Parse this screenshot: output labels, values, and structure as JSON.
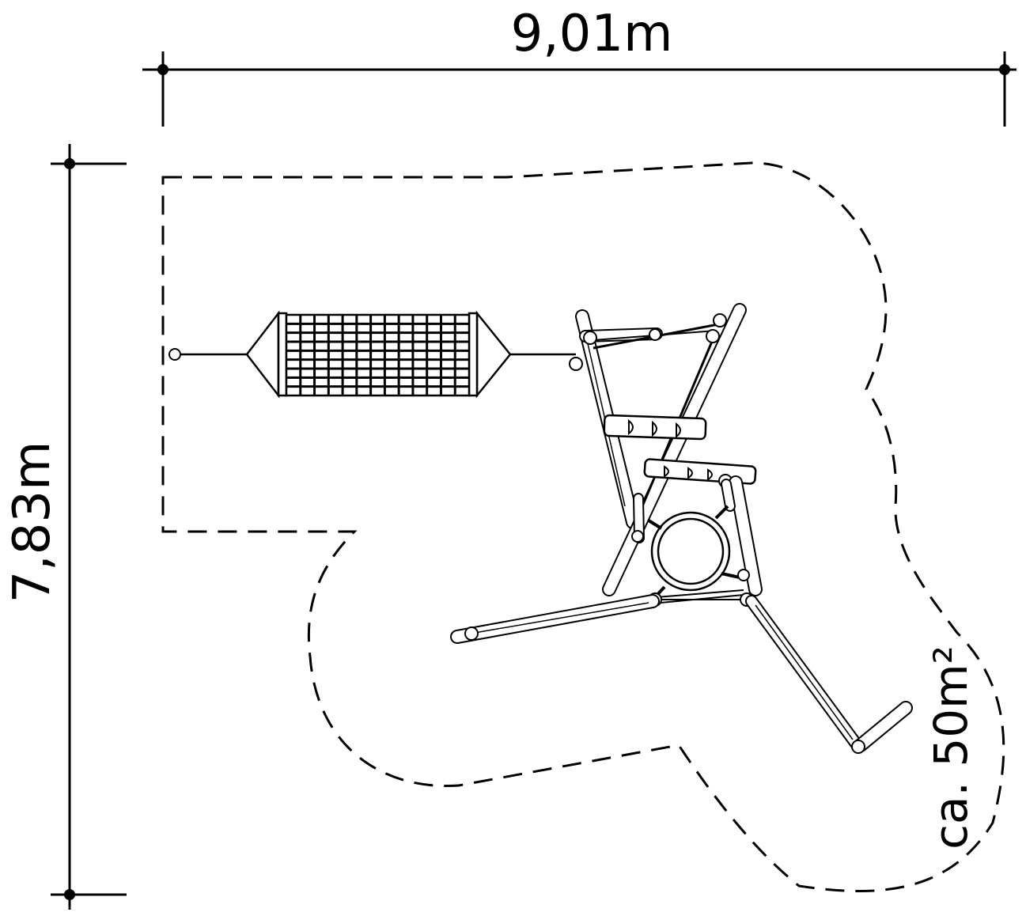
{
  "dimensions": {
    "width_label": "9,01m",
    "height_label": "7,83m",
    "area_label": "ca. 50m²"
  },
  "colors": {
    "line": "#000000",
    "background": "#ffffff"
  }
}
